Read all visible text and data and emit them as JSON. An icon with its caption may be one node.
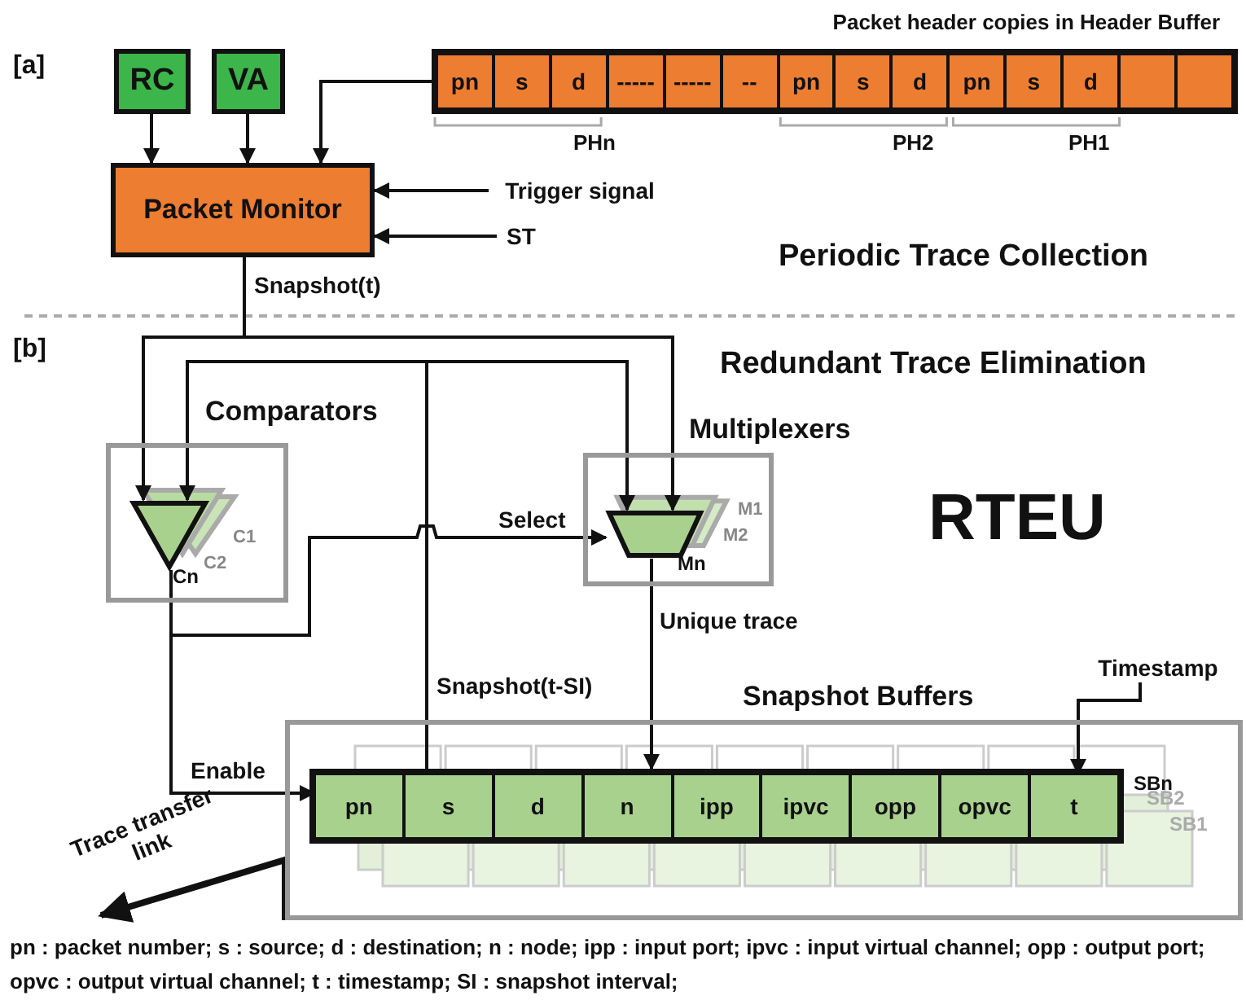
{
  "diagram": {
    "caption": "pn : packet number; s : source; d : destination; n : node; ipp : input port; ipvc : input virtual channel; opp : output port; opvc : output virtual channel; t : timestamp; SI : snapshot interval;",
    "nodes": [
      {
        "text": [
          "RC"
        ]
      },
      {
        "text": [
          "VA"
        ]
      },
      {
        "text": [
          "Packet header copies in Header Buffer"
        ]
      },
      {
        "text": [
          "pn"
        ],
        "in": 2
      },
      {
        "text": [
          "s"
        ],
        "in": 2
      },
      {
        "text": [
          "d"
        ],
        "in": 2
      },
      {
        "text": [
          "-----"
        ],
        "in": 2
      },
      {
        "text": [
          "-----"
        ],
        "in": 2
      },
      {
        "text": [
          "--"
        ],
        "in": 2
      },
      {
        "text": [
          "pn"
        ],
        "in": 2
      },
      {
        "text": [
          "s"
        ],
        "in": 2
      },
      {
        "text": [
          "d"
        ],
        "in": 2
      },
      {
        "text": [
          "pn"
        ],
        "in": 2
      },
      {
        "text": [
          "s"
        ],
        "in": 2
      },
      {
        "text": [
          "d"
        ],
        "in": 2
      },
      {
        "text": [],
        "shape": "box",
        "in": 2
      },
      {
        "text": [],
        "shape": "box",
        "in": 2
      },
      {
        "text": [
          "Packet Monitor"
        ]
      },
      {
        "text": [
          "Trigger signal"
        ]
      },
      {
        "text": [
          "ST"
        ]
      },
      {
        "text": [
          "Comparators"
        ]
      },
      {
        "text": [],
        "shape": "triangle",
        "in": 20,
        "beside": [
          "Cn"
        ]
      },
      {
        "text": [
          "Multiplexers"
        ]
      },
      {
        "text": [],
        "shape": "trapezoid",
        "in": 22,
        "beside": [
          "Mn"
        ]
      },
      {
        "text": [
          "Snapshot Buffers"
        ]
      },
      {
        "text": [],
        "shape": "bar",
        "in": 24,
        "beside": [
          "SBn"
        ]
      },
      {
        "text": [
          "pn"
        ],
        "in": 25
      },
      {
        "text": [
          "s"
        ],
        "in": 25
      },
      {
        "text": [
          "d"
        ],
        "in": 25
      },
      {
        "text": [
          "n"
        ],
        "in": 25
      },
      {
        "text": [
          "ipp"
        ],
        "in": 25
      },
      {
        "text": [
          "ipvc"
        ],
        "in": 25
      },
      {
        "text": [
          "opp"
        ],
        "in": 25
      },
      {
        "text": [
          "opvc"
        ],
        "in": 25
      },
      {
        "text": [
          "t"
        ],
        "in": 25
      },
      {
        "text": [
          "Timestamp"
        ]
      }
    ],
    "edges": [
      {
        "from": 0,
        "to": 17,
        "arrow": "to"
      },
      {
        "from": 1,
        "to": 17,
        "arrow": "to"
      },
      {
        "from": 3,
        "to": 17,
        "arrow": "to"
      },
      {
        "from": 18,
        "to": 17,
        "arrow": "to"
      },
      {
        "from": 19,
        "to": 17,
        "arrow": "to"
      },
      {
        "from": 17,
        "to": 21,
        "arrow": "to",
        "label": "Snapshot(t)"
      },
      {
        "from": 17,
        "to": 23,
        "arrow": "to"
      },
      {
        "from": 27,
        "to": 21,
        "arrow": "to",
        "label": "Snapshot(t-SI)"
      },
      {
        "from": 27,
        "to": 23,
        "arrow": "to"
      },
      {
        "from": 21,
        "to": 23,
        "arrow": "to",
        "label": "Select"
      },
      {
        "from": 21,
        "to": 26,
        "arrow": "to",
        "label": "Enable"
      },
      {
        "from": 23,
        "to": 25,
        "arrow": "to",
        "label": "Unique trace"
      },
      {
        "from": 35,
        "to": 34,
        "arrow": "to"
      },
      {
        "from": 24,
        "to": null,
        "arrow": "to",
        "label": "Trace transfer link",
        "style": "thick"
      }
    ],
    "labels": [
      "[a]",
      "[b]",
      "PHn",
      "PH2",
      "PH1",
      "Periodic Trace Collection",
      "Redundant Trace Elimination",
      "C1",
      "C2",
      "M1",
      "M2",
      "RTEU",
      "SB2",
      "SB1"
    ]
  }
}
